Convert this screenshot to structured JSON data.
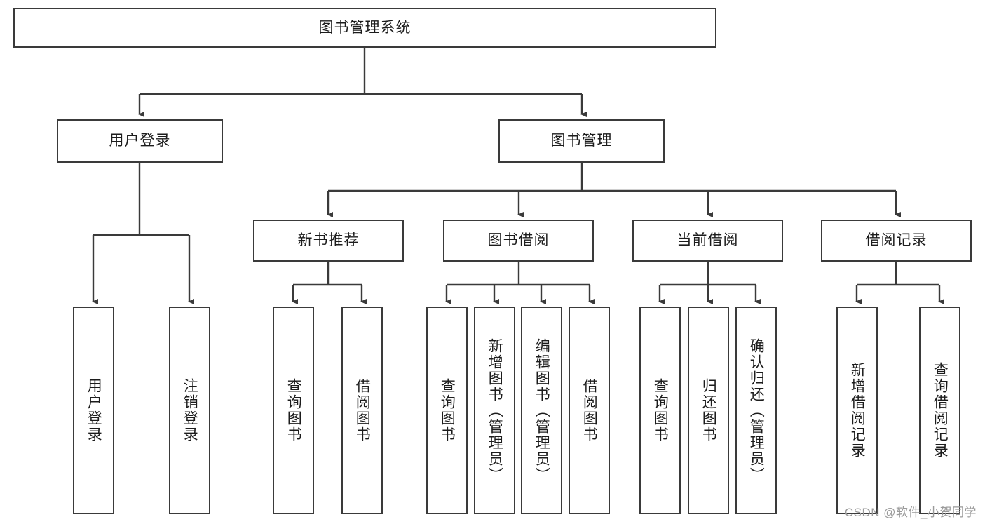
{
  "diagram": {
    "type": "tree",
    "title": "图书管理系统",
    "orientation": "top-down",
    "watermark": "CSDN @软件_小贺同学",
    "colors": {
      "box_border": "#3a3a3a",
      "box_fill": "#ffffff",
      "connector": "#3a3a3a",
      "text": "#1c1c1c",
      "watermark": "#9a9a9a"
    },
    "nodes": {
      "root": {
        "id": "root",
        "label": "图书管理系统",
        "level": 0,
        "orientation": "horizontal"
      },
      "level1": [
        {
          "id": "user-login",
          "label": "用户登录",
          "level": 1,
          "orientation": "horizontal"
        },
        {
          "id": "book-manage",
          "label": "图书管理",
          "level": 1,
          "orientation": "horizontal"
        }
      ],
      "level2": [
        {
          "id": "new-book-rec",
          "label": "新书推荐",
          "level": 2,
          "orientation": "horizontal",
          "parent": "book-manage"
        },
        {
          "id": "book-borrow",
          "label": "图书借阅",
          "level": 2,
          "orientation": "horizontal",
          "parent": "book-manage"
        },
        {
          "id": "current-borrow",
          "label": "当前借阅",
          "level": 2,
          "orientation": "horizontal",
          "parent": "book-manage"
        },
        {
          "id": "borrow-record",
          "label": "借阅记录",
          "level": 2,
          "orientation": "horizontal",
          "parent": "book-manage"
        }
      ],
      "leaves": [
        {
          "id": "leaf-user-login",
          "label": "用户登录",
          "parent": "user-login",
          "orientation": "vertical"
        },
        {
          "id": "leaf-user-logout",
          "label": "注销登录",
          "parent": "user-login",
          "orientation": "vertical"
        },
        {
          "id": "leaf-query-book-1",
          "label": "查询图书",
          "parent": "new-book-rec",
          "orientation": "vertical"
        },
        {
          "id": "leaf-borrow-book-1",
          "label": "借阅图书",
          "parent": "new-book-rec",
          "orientation": "vertical"
        },
        {
          "id": "leaf-query-book-2",
          "label": "查询图书",
          "parent": "book-borrow",
          "orientation": "vertical"
        },
        {
          "id": "leaf-add-book",
          "label": "新增图书（管理员）",
          "parent": "book-borrow",
          "orientation": "vertical"
        },
        {
          "id": "leaf-edit-book",
          "label": "编辑图书（管理员）",
          "parent": "book-borrow",
          "orientation": "vertical"
        },
        {
          "id": "leaf-borrow-book-2",
          "label": "借阅图书",
          "parent": "book-borrow",
          "orientation": "vertical"
        },
        {
          "id": "leaf-query-book-3",
          "label": "查询图书",
          "parent": "current-borrow",
          "orientation": "vertical"
        },
        {
          "id": "leaf-return-book",
          "label": "归还图书",
          "parent": "current-borrow",
          "orientation": "vertical"
        },
        {
          "id": "leaf-confirm-return",
          "label": "确认归还（管理员）",
          "parent": "current-borrow",
          "orientation": "vertical"
        },
        {
          "id": "leaf-add-record",
          "label": "新增借阅记录",
          "parent": "borrow-record",
          "orientation": "vertical"
        },
        {
          "id": "leaf-query-record",
          "label": "查询借阅记录",
          "parent": "borrow-record",
          "orientation": "vertical"
        }
      ]
    }
  }
}
